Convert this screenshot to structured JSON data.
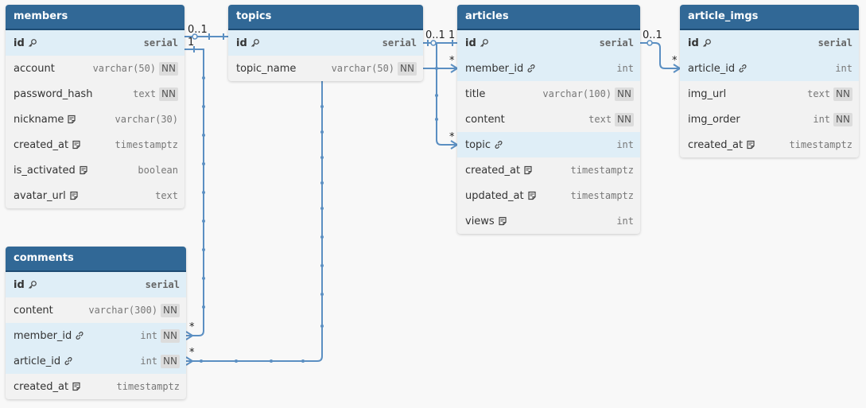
{
  "tables": {
    "members": {
      "title": "members",
      "rows": [
        {
          "name": "id",
          "type": "serial",
          "nn": "",
          "icon": "key-icon",
          "pk": true
        },
        {
          "name": "account",
          "type": "varchar(50)",
          "nn": "NN",
          "icon": "",
          "pk": false
        },
        {
          "name": "password_hash",
          "type": "text",
          "nn": "NN",
          "icon": "",
          "pk": false
        },
        {
          "name": "nickname",
          "type": "varchar(30)",
          "nn": "",
          "icon": "note-icon",
          "pk": false
        },
        {
          "name": "created_at",
          "type": "timestamptz",
          "nn": "",
          "icon": "note-icon",
          "pk": false
        },
        {
          "name": "is_activated",
          "type": "boolean",
          "nn": "",
          "icon": "note-icon",
          "pk": false
        },
        {
          "name": "avatar_url",
          "type": "text",
          "nn": "",
          "icon": "note-icon",
          "pk": false
        }
      ]
    },
    "topics": {
      "title": "topics",
      "rows": [
        {
          "name": "id",
          "type": "serial",
          "nn": "",
          "icon": "key-icon",
          "pk": true
        },
        {
          "name": "topic_name",
          "type": "varchar(50)",
          "nn": "NN",
          "icon": "",
          "pk": false
        }
      ]
    },
    "articles": {
      "title": "articles",
      "rows": [
        {
          "name": "id",
          "type": "serial",
          "nn": "",
          "icon": "key-icon",
          "pk": true
        },
        {
          "name": "member_id",
          "type": "int",
          "nn": "",
          "icon": "link-icon",
          "pk": false
        },
        {
          "name": "title",
          "type": "varchar(100)",
          "nn": "NN",
          "icon": "",
          "pk": false
        },
        {
          "name": "content",
          "type": "text",
          "nn": "NN",
          "icon": "",
          "pk": false
        },
        {
          "name": "topic",
          "type": "int",
          "nn": "",
          "icon": "link-icon",
          "pk": false
        },
        {
          "name": "created_at",
          "type": "timestamptz",
          "nn": "",
          "icon": "note-icon",
          "pk": false
        },
        {
          "name": "updated_at",
          "type": "timestamptz",
          "nn": "",
          "icon": "note-icon",
          "pk": false
        },
        {
          "name": "views",
          "type": "int",
          "nn": "",
          "icon": "note-icon",
          "pk": false
        }
      ]
    },
    "article_imgs": {
      "title": "article_imgs",
      "rows": [
        {
          "name": "id",
          "type": "serial",
          "nn": "",
          "icon": "key-icon",
          "pk": true
        },
        {
          "name": "article_id",
          "type": "int",
          "nn": "",
          "icon": "link-icon",
          "pk": false
        },
        {
          "name": "img_url",
          "type": "text",
          "nn": "NN",
          "icon": "",
          "pk": false
        },
        {
          "name": "img_order",
          "type": "int",
          "nn": "NN",
          "icon": "",
          "pk": false
        },
        {
          "name": "created_at",
          "type": "timestamptz",
          "nn": "",
          "icon": "note-icon",
          "pk": false
        }
      ]
    },
    "comments": {
      "title": "comments",
      "rows": [
        {
          "name": "id",
          "type": "serial",
          "nn": "",
          "icon": "key-icon",
          "pk": true
        },
        {
          "name": "content",
          "type": "varchar(300)",
          "nn": "NN",
          "icon": "",
          "pk": false
        },
        {
          "name": "member_id",
          "type": "int",
          "nn": "NN",
          "icon": "link-icon",
          "pk": false
        },
        {
          "name": "article_id",
          "type": "int",
          "nn": "NN",
          "icon": "link-icon",
          "pk": false
        },
        {
          "name": "created_at",
          "type": "timestamptz",
          "nn": "",
          "icon": "note-icon",
          "pk": false
        }
      ]
    }
  },
  "relationships": [
    {
      "from": "members.id",
      "to": "topics.id",
      "from_label": "0..1",
      "to_label": ""
    },
    {
      "from": "members.id",
      "to": "comments.member_id",
      "from_label": "1",
      "to_label": "*"
    },
    {
      "from": "topics.id",
      "to": "articles.id",
      "from_label": "0..1",
      "to_label": "1"
    },
    {
      "from": "topics.id",
      "to": "articles.topic",
      "from_label": "",
      "to_label": "*"
    },
    {
      "from": "topics.topic_name",
      "to": "articles.member_id",
      "from_label": "",
      "to_label": "*"
    },
    {
      "from": "topics.topic_name",
      "to": "comments.article_id",
      "from_label": "",
      "to_label": "*"
    },
    {
      "from": "articles.id",
      "to": "article_imgs.article_id",
      "from_label": "0..1",
      "to_label": "*"
    }
  ],
  "colors": {
    "header": "#316896",
    "key_row": "#dfeef7",
    "body": "#f2f2f2",
    "edge": "#5b8fc2"
  }
}
